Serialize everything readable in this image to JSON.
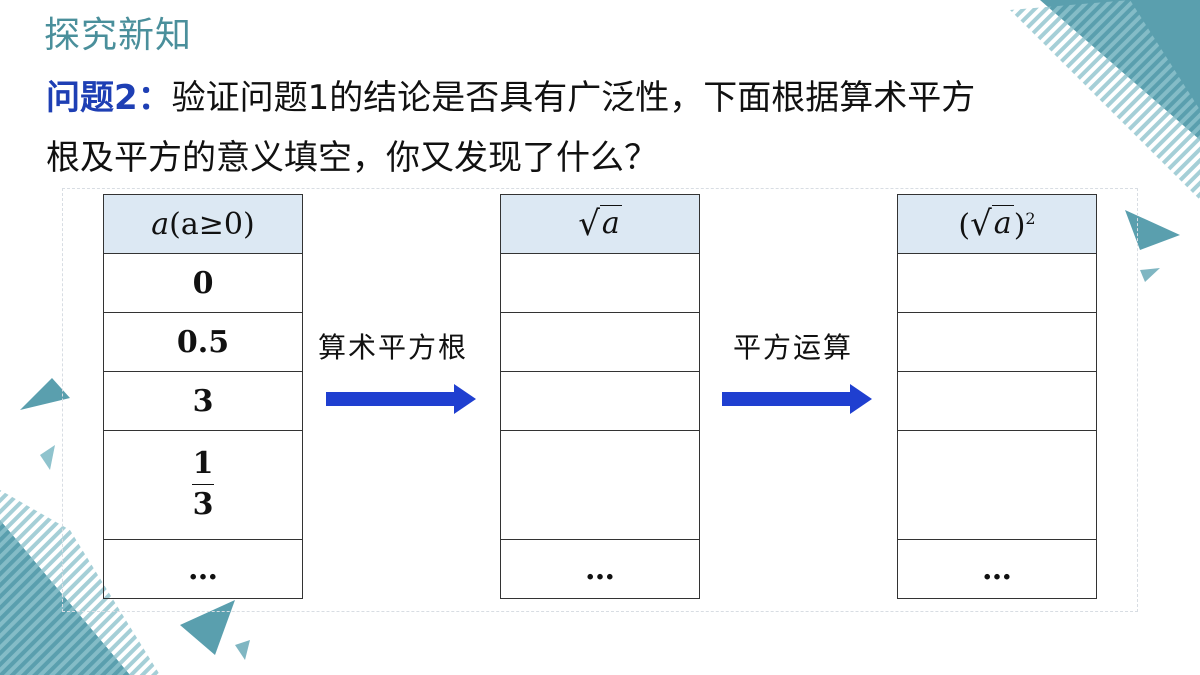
{
  "section_title": "探究新知",
  "question": {
    "label": "问题2",
    "separator": "：",
    "line1": "验证问题1的结论是否具有广泛性，下面根据算术平方",
    "line2": "根及平方的意义填空，你又发现了什么？"
  },
  "table_a": {
    "header_var": "a",
    "header_cond": "(a≥0)",
    "rows": [
      "0",
      "0.5",
      "3",
      "…"
    ],
    "fraction": {
      "numerator": "1",
      "denominator": "3"
    }
  },
  "table_sqrt": {
    "header_radicand": "a",
    "last_row": "…"
  },
  "table_square": {
    "header_open": "(",
    "header_radicand": "a",
    "header_close": ")",
    "header_exponent": "2",
    "last_row": "…"
  },
  "arrow1_label": "算术平方根",
  "arrow2_label": "平方运算",
  "colors": {
    "title": "#4a8f9b",
    "question_label": "#1e3fb4",
    "arrow": "#1f3fd0",
    "header_fill": "#dce8f3",
    "decoration": "#5a9fae"
  }
}
